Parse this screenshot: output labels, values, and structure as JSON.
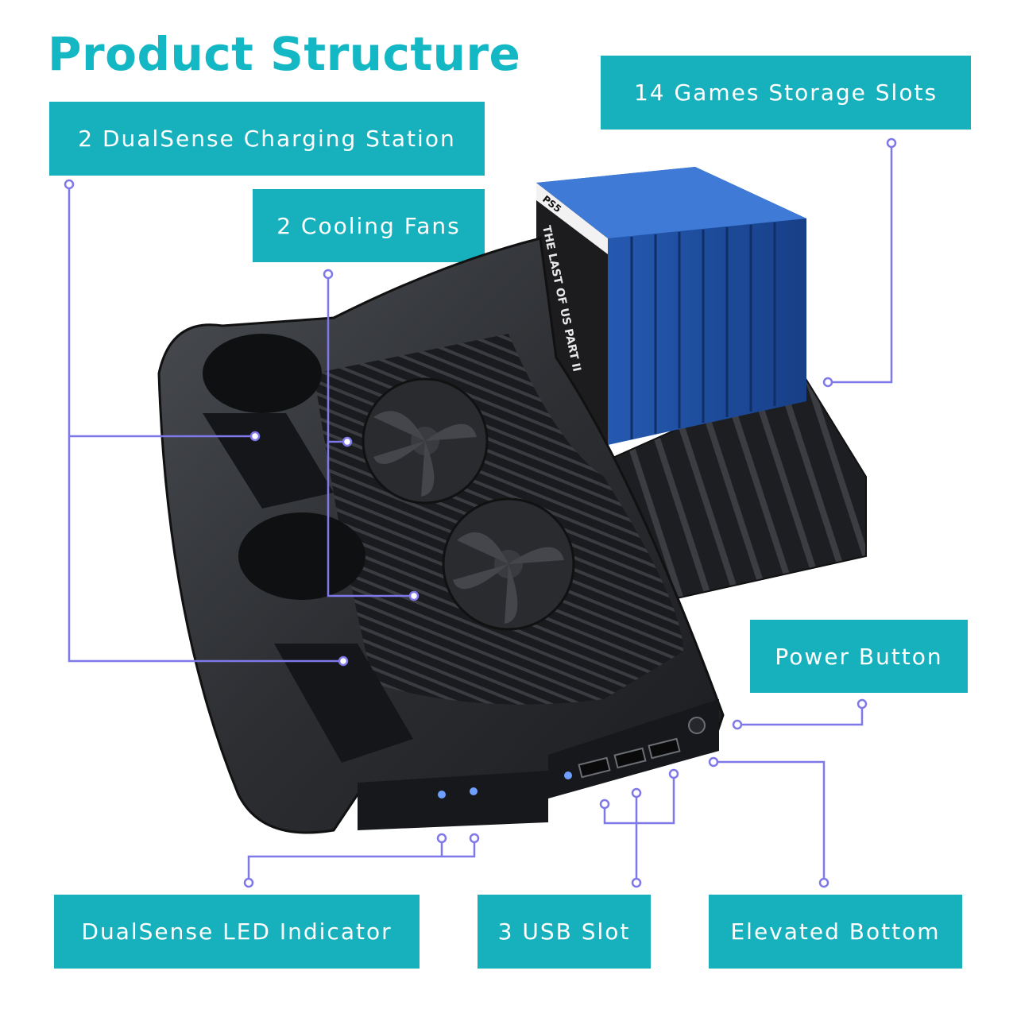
{
  "title": "Product Structure",
  "labels": {
    "charging": "2 DualSense Charging Station",
    "fans": "2 Cooling Fans",
    "storage": "14 Games Storage  Slots",
    "power": "Power Button",
    "led": "DualSense LED Indicator",
    "usb": "3 USB Slot",
    "bottom": "Elevated Bottom"
  },
  "game_case": {
    "platform_mark": "PS5",
    "title": "THE LAST OF US PART II"
  },
  "colors": {
    "accent": "#17b1bd",
    "title": "#14b8c4",
    "leader": "#7f78e8",
    "stand": "#2b2d31",
    "case_blue": "#1f57b0"
  }
}
